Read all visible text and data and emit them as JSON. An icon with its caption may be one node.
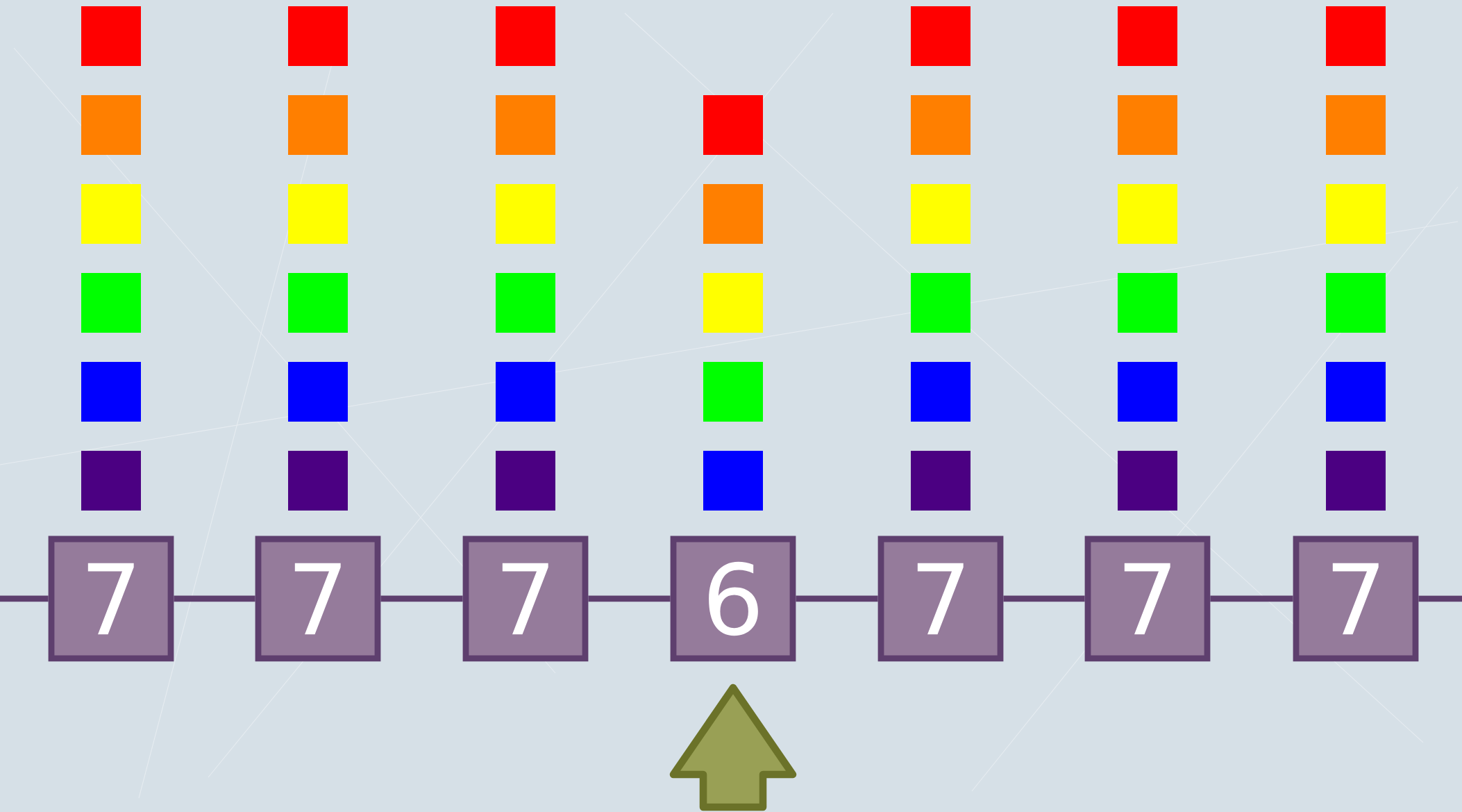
{
  "diagram": {
    "nodes": [
      {
        "text": [
          "7"
        ]
      },
      {
        "text": [
          "7"
        ]
      },
      {
        "text": [
          "7"
        ]
      },
      {
        "text": [
          "6"
        ]
      },
      {
        "text": [
          "7"
        ]
      },
      {
        "text": [
          "7"
        ]
      },
      {
        "text": [
          "7"
        ]
      }
    ],
    "edges": [
      {
        "from": null,
        "to": 0,
        "arrow": "none"
      },
      {
        "from": 0,
        "to": 1,
        "arrow": "none"
      },
      {
        "from": 1,
        "to": 2,
        "arrow": "none"
      },
      {
        "from": 2,
        "to": 3,
        "arrow": "none"
      },
      {
        "from": 3,
        "to": 4,
        "arrow": "none"
      },
      {
        "from": 4,
        "to": 5,
        "arrow": "none"
      },
      {
        "from": 5,
        "to": 6,
        "arrow": "none"
      },
      {
        "from": 6,
        "to": null,
        "arrow": "none"
      }
    ]
  }
}
